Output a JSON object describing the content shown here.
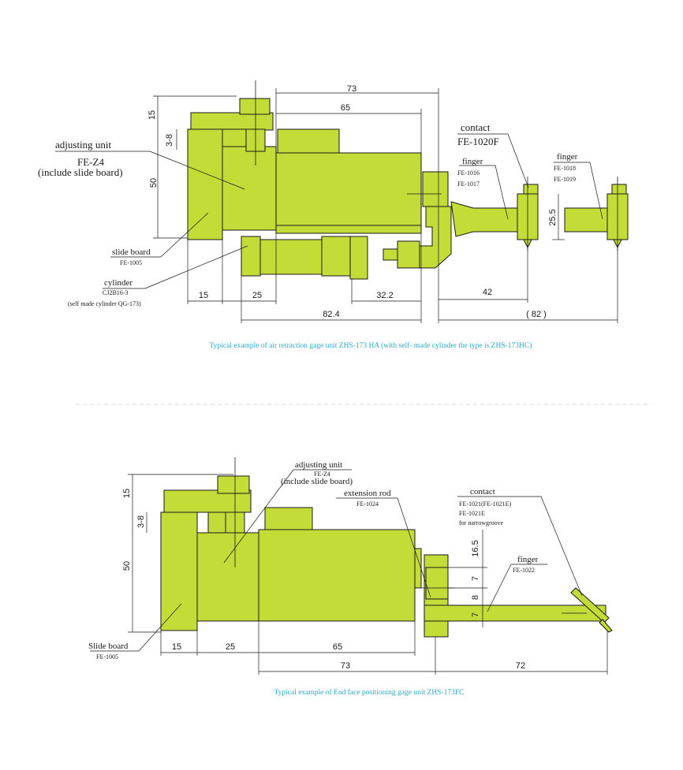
{
  "diagram1": {
    "caption": "Typical example of air retraction gage unit ZHS-173 HA (with self- made cylinder the type is ZHS-173HC)",
    "labels": {
      "adjusting_unit": "adjusting unit",
      "adjusting_part": "FE-Z4",
      "include_slide_board": "(include slide board)",
      "slide_board": "slide board",
      "slide_board_part": "FE-1005",
      "cylinder": "cylinder",
      "cylinder_part": "CJ2B16-3",
      "self_made": "(self made cylinder QG-173)",
      "contact": "contact",
      "contact_part": "FE-1020F",
      "finger_a": "finger",
      "finger_a_part1": "FE-1016",
      "finger_a_part2": "FE-1017",
      "finger_b": "finger",
      "finger_b_part1": "FE-1018",
      "finger_b_part2": "FE-1019"
    },
    "dims": {
      "d73": "73",
      "d65": "65",
      "d15v": "15",
      "d38v": "3-8",
      "d50v": "50",
      "d15": "15",
      "d25": "25",
      "d322": "32.2",
      "d824": "82.4",
      "d42": "42",
      "d82": "( 82 )",
      "d255v": "25.5"
    }
  },
  "diagram2": {
    "caption": "Typical example of End face positioning gage unit ZHS-173FC",
    "labels": {
      "adjusting_unit": "adjusting unit",
      "adjusting_part": "FE-Z4",
      "include_slide_board": "(include slide board)",
      "extension_rod": "extension rod",
      "extension_part": "FE-1024",
      "contact": "contact",
      "contact_part1": "FE-1021(FE-1021E)",
      "contact_part2": "FE-1021E",
      "contact_part3": "for narrowgroove",
      "finger": "finger",
      "finger_part": "FE-1022",
      "slide_board": "Slide board",
      "slide_board_part": "FE-1005"
    },
    "dims": {
      "d15v": "15",
      "d38v": "3-8",
      "d50v": "50",
      "d165v": "16.5",
      "d7av": "7",
      "d8v": "8",
      "d7bv": "7",
      "d15": "15",
      "d25": "25",
      "d65": "65",
      "d73": "73",
      "d72": "72"
    }
  },
  "colors": {
    "body": "#c4dc38",
    "caption": "#2aa7c9",
    "line": "#1a1a1a"
  }
}
